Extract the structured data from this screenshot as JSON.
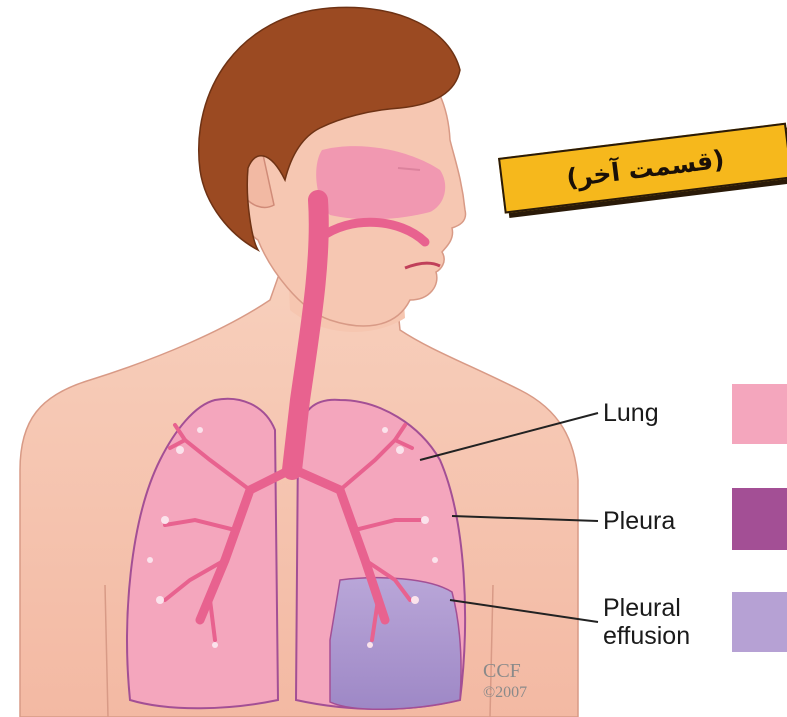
{
  "legend": [
    {
      "label": "Lung",
      "color": "#f4a6bd"
    },
    {
      "label": "Pleura",
      "color": "#a34f95"
    },
    {
      "label_lines": [
        "Pleural",
        "effusion"
      ],
      "color": "#b6a1d4"
    }
  ],
  "banner": {
    "text": "(قسمت آخر)",
    "color": "#f6b81c"
  },
  "credit": {
    "org": "CCF",
    "year": "©2007"
  },
  "colors": {
    "skin": "#f6c9b4",
    "hair": "#9b4a22",
    "lung": "#f4a6bd",
    "airway": "#e8628f",
    "effusion": "#b6a1d4",
    "pleura": "#a34f95"
  }
}
